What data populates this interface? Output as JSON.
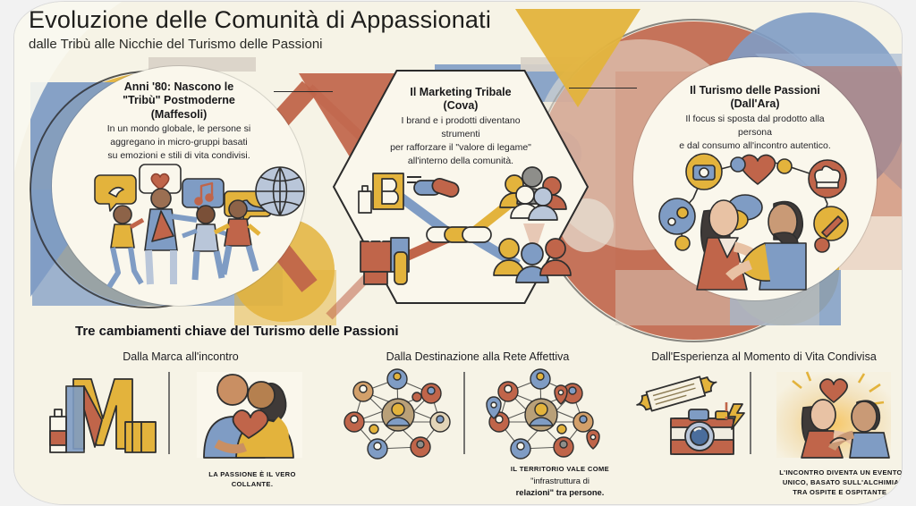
{
  "header": {
    "title": "Evoluzione delle Comunità di Appassionati",
    "subtitle": "dalle Tribù alle Nicchie del Turismo delle Passioni"
  },
  "colors": {
    "paper": "#f6f3e6",
    "panel": "#faf7ec",
    "blue": "#7f9cc4",
    "terracotta": "#c0654a",
    "gold": "#e3b33c",
    "ink": "#1d1d1b",
    "stone": "#d9d2c6"
  },
  "stages": [
    {
      "id": "tribu-postmoderne",
      "shape": "circle",
      "title_lines": [
        "Anni '80: Nascono le",
        "\"Tribù\" Postmoderne",
        "(Maffesoli)"
      ],
      "body_lines": [
        "In un mondo globale, le persone si",
        "aggregano in micro-gruppi basati",
        "su emozioni e stili di vita condivisi."
      ],
      "art_name": "tribe-people-icons-illustration",
      "art_icons": [
        "bird-icon",
        "heart-icon",
        "music-note-icon",
        "sneaker-icon",
        "globe-icon"
      ]
    },
    {
      "id": "marketing-tribale",
      "shape": "hexagon",
      "title_lines": [
        "Il Marketing Tribale",
        "(Cova)"
      ],
      "body_lines": [
        "I brand e i prodotti diventano",
        "strumenti",
        "per rafforzare il \"valore di legame\"",
        "all'interno della comunità."
      ],
      "art_name": "brand-chain-community-illustration",
      "art_icons": [
        "brand-b-icon",
        "shopping-bag-icon",
        "bottle-icon",
        "chain-link-icon",
        "people-group-icon"
      ]
    },
    {
      "id": "turismo-passioni",
      "shape": "circle",
      "title_lines": [
        "Il Turismo delle Passioni",
        "(Dall'Ara)"
      ],
      "body_lines": [
        "Il focus si sposta dal prodotto alla",
        "persona",
        "e dal consumo all'incontro autentico."
      ],
      "art_name": "host-guest-encounter-illustration",
      "art_icons": [
        "camera-icon",
        "heart-icon",
        "chef-hat-icon",
        "paintbrush-icon",
        "flower-icon",
        "speech-bubble-icon"
      ]
    }
  ],
  "bottom": {
    "section_title": "Tre cambiamenti chiave del Turismo delle Passioni",
    "columns": [
      {
        "id": "marca-incontro",
        "heading": "Dalla Marca all'incontro",
        "left_art": "brand-letter-m-products-illustration",
        "right_art": "embracing-couple-heart-illustration",
        "caption_lines": [
          "LA PASSIONE È IL VERO",
          "COLLANTE."
        ],
        "caption_style": "caps"
      },
      {
        "id": "destinazione-rete",
        "heading": "Dalla Destinazione alla Rete Affettiva",
        "left_art": "people-network-graph-illustration",
        "right_art": "people-network-with-map-pins-illustration",
        "caption_lines": [
          "IL TERRITORIO VALE COME",
          "\"infrastruttura di",
          "relazioni\" tra persone."
        ],
        "caption_style": "mixed"
      },
      {
        "id": "esperienza-momento",
        "heading": "Dall'Esperienza al Momento di Vita Condivisa",
        "left_art": "ticket-camera-illustration",
        "right_art": "glowing-couple-moment-illustration",
        "caption_lines": [
          "L'INCONTRO DIVENTA UN EVENTO",
          "UNICO, BASATO SULL'ALCHIMIA",
          "TRA OSPITE E OSPITANTE."
        ],
        "caption_style": "caps"
      }
    ]
  }
}
